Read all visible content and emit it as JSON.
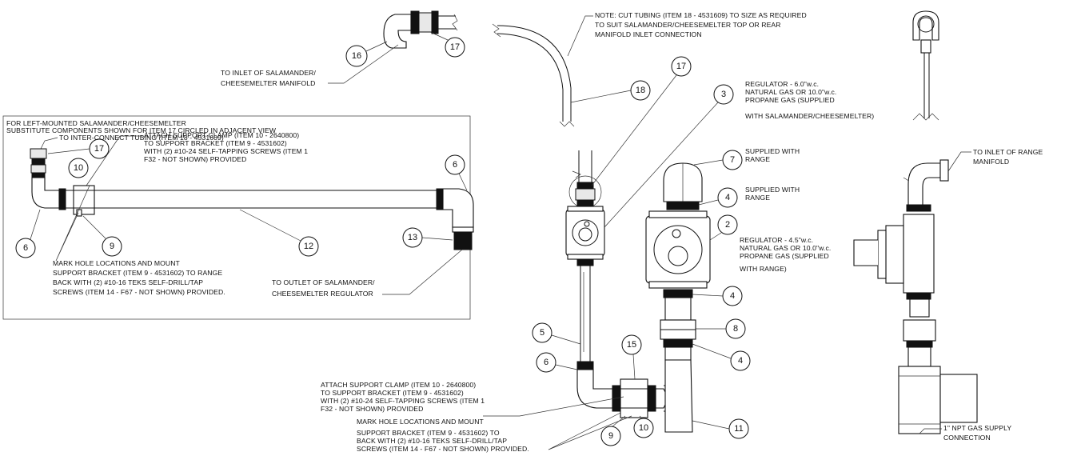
{
  "labels": {
    "note_cut_tubing": [
      "NOTE: CUT TUBING (ITEM 18 - 4531609) TO SIZE AS REQUIRED",
      "TO SUIT SALAMANDER/CHEESEMELTER TOP OR REAR",
      "MANIFOLD INLET CONNECTION"
    ],
    "to_inlet_salamander": [
      "TO INLET OF SALAMANDER/",
      "CHEESEMELTER MANIFOLD"
    ],
    "left_mounted_title": [
      "FOR LEFT-MOUNTED SALAMANDER/CHEESEMELTER",
      "SUBSTITUTE COMPONENTS SHOWN FOR ITEM 17 CIRCLED IN ADJACENT VIEW"
    ],
    "to_interconnect": [
      "TO INTER-CONNECT TUBING (ITEM 18 - 4531609)"
    ],
    "attach_clamp_inset": [
      "ATTACH SUPPORT CLAMP (ITEM 10 - 2640800)",
      "TO SUPPORT BRACKET (ITEM 9 - 4531602)",
      "WITH (2) #10-24 SELF-TAPPING SCREWS (ITEM 1",
      "F32 - NOT SHOWN) PROVIDED"
    ],
    "mark_hole_inset": [
      "MARK HOLE LOCATIONS AND MOUNT",
      "SUPPORT BRACKET (ITEM 9 - 4531602) TO RANGE",
      "BACK WITH (2) #10-16 TEKS SELF-DRILL/TAP",
      "SCREWS (ITEM 14 - F67 - NOT SHOWN) PROVIDED."
    ],
    "to_outlet_salamander": [
      "TO OUTLET OF SALAMANDER/",
      "CHEESEMELTER REGULATOR"
    ],
    "regulator_top": [
      "REGULATOR - 6.0\"w.c.",
      "NATURAL GAS OR 10.0\"w.c.",
      "PROPANE GAS (SUPPLIED",
      "WITH SALAMANDER/CHEESEMELTER)"
    ],
    "supplied_range_7": [
      "SUPPLIED WITH",
      "RANGE"
    ],
    "supplied_range_4": [
      "SUPPLIED WITH",
      "RANGE"
    ],
    "regulator_range": [
      "REGULATOR - 4.5\"w.c.",
      "NATURAL GAS OR 10.0\"w.c.",
      "PROPANE GAS (SUPPLIED",
      "WITH RANGE)"
    ],
    "to_inlet_range": [
      "TO INLET OF RANGE",
      "MANIFOLD"
    ],
    "attach_clamp_main": [
      "ATTACH SUPPORT CLAMP (ITEM 10 - 2640800)",
      "TO SUPPORT BRACKET (ITEM 9 - 4531602)",
      "WITH (2) #10-24 SELF-TAPPING SCREWS (ITEM 1",
      "F32 - NOT SHOWN) PROVIDED"
    ],
    "mark_hole_main": [
      "MARK HOLE LOCATIONS AND MOUNT",
      "SUPPORT BRACKET (ITEM 9 - 4531602) TO",
      "BACK WITH (2) #10-16 TEKS SELF-DRILL/TAP",
      "SCREWS (ITEM 14 - F67 - NOT SHOWN) PROVIDED."
    ],
    "npt_supply": [
      "1\" NPT GAS SUPPLY",
      "CONNECTION"
    ]
  },
  "balloons": {
    "b16": "16",
    "b17_top": "17",
    "b18": "18",
    "b17_mid": "17",
    "b3": "3",
    "b17_inset": "17",
    "b6_inset_right": "6",
    "b10_inset": "10",
    "b6_inset_left": "6",
    "b9_inset": "9",
    "b12": "12",
    "b13": "13",
    "b7": "7",
    "b4_a": "4",
    "b2": "2",
    "b4_b": "4",
    "b8": "8",
    "b4_c": "4",
    "b5": "5",
    "b6_main": "6",
    "b15": "15",
    "b9_main": "9",
    "b10_main": "10",
    "b11": "11"
  }
}
